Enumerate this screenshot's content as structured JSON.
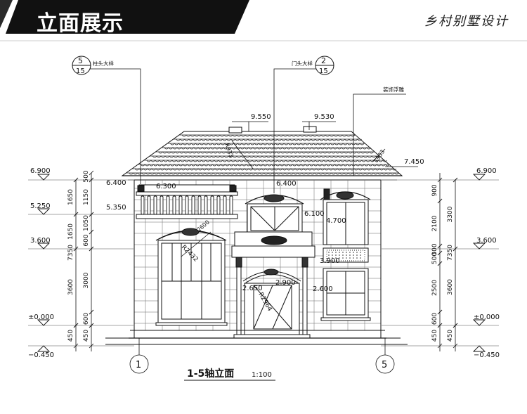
{
  "header": {
    "title": "立面展示",
    "subtitle": "乡村别墅设计"
  },
  "drawing": {
    "title": "1-5轴立面",
    "scale": "1:100",
    "axes": {
      "left": "1",
      "right": "5"
    },
    "callouts": {
      "column_head": {
        "label": "柱头大样",
        "num": "5",
        "den": "15"
      },
      "door_head": {
        "label": "门头大样",
        "num": "2",
        "den": "15"
      },
      "deco": {
        "label": "装饰浮雕"
      }
    },
    "levels_left": [
      "6.900",
      "5.250",
      "3.600",
      "±0.000",
      "−0.450"
    ],
    "levels_right": [
      "6.900",
      "3.600",
      "±0.000",
      "−0.450"
    ],
    "dims_left_outer": [
      "1650",
      "1650",
      "7350",
      "3600",
      "450"
    ],
    "dims_left_inner": [
      "500",
      "1150",
      "1050",
      "600",
      "3000",
      "600",
      "450"
    ],
    "dims_right_inner": [
      "900",
      "2100",
      "300",
      "500",
      "2500",
      "600",
      "450"
    ],
    "dims_right_outer": [
      "3300",
      "3600",
      "7350",
      "450"
    ],
    "elev_labels": [
      "9.550",
      "9.530",
      "7.450",
      "6.400",
      "6.300",
      "6.400",
      "6.100",
      "5.350",
      "4.700",
      "3.900",
      "2.650",
      "2.900",
      "2.600"
    ],
    "radius_labels": [
      "R2432",
      "R2964",
      "2600",
      "R933",
      "1933"
    ]
  }
}
